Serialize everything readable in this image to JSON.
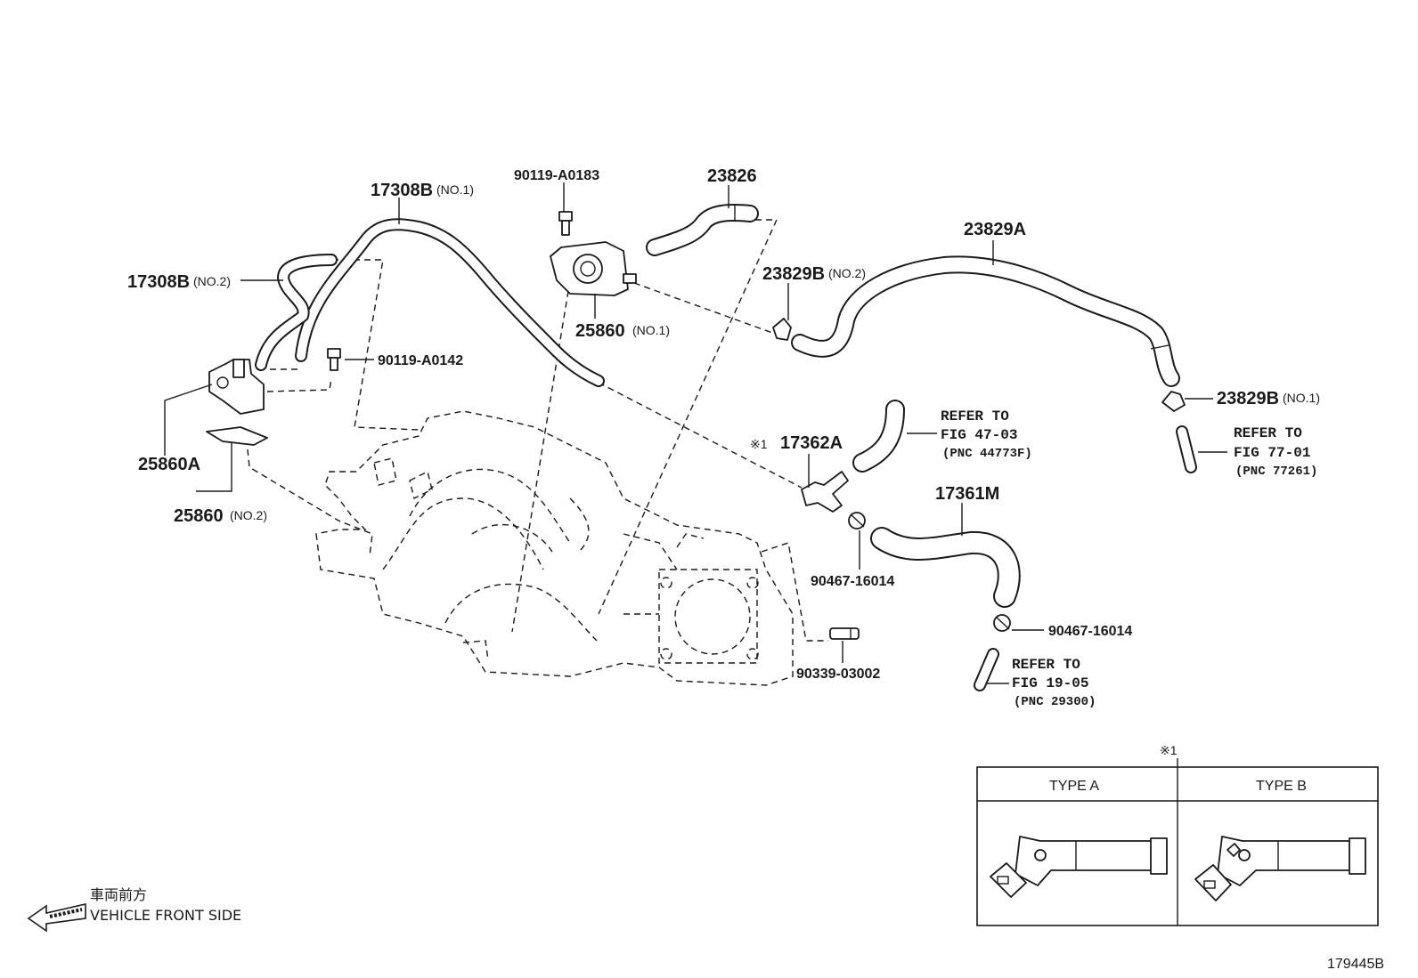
{
  "parts": {
    "p17308b_no1": {
      "code": "17308B",
      "note": "(NO.1)"
    },
    "p17308b_no2": {
      "code": "17308B",
      "note": "(NO.2)"
    },
    "p90119_a0183": {
      "code": "90119-A0183"
    },
    "p23826": {
      "code": "23826"
    },
    "p23829a": {
      "code": "23829A"
    },
    "p23829b_no2": {
      "code": "23829B",
      "note": "(NO.2)"
    },
    "p90119_a0142": {
      "code": "90119-A0142"
    },
    "p25860_no1": {
      "code": "25860",
      "note": "(NO.1)"
    },
    "p23829b_no1": {
      "code": "23829B",
      "note": "(NO.1)"
    },
    "p25860a": {
      "code": "25860A"
    },
    "p25860_no2": {
      "code": "25860",
      "note": "(NO.2)"
    },
    "p17362a": {
      "mark": "※1",
      "code": "17362A"
    },
    "p17361m": {
      "code": "17361M"
    },
    "p90467_a": {
      "code": "90467-16014"
    },
    "p90467_b": {
      "code": "90467-16014"
    },
    "p90339": {
      "code": "90339-03002"
    }
  },
  "refs": {
    "r47": {
      "line1": "REFER TO",
      "line2": "FIG 47-03",
      "pnc": "(PNC 44773F)"
    },
    "r77": {
      "line1": "REFER TO",
      "line2": "FIG 77-01",
      "pnc": "(PNC 77261)"
    },
    "r19": {
      "line1": "REFER TO",
      "line2": "FIG 19-05",
      "pnc": "(PNC 29300)"
    }
  },
  "inset": {
    "mark": "※1",
    "type_a": "TYPE A",
    "type_b": "TYPE B"
  },
  "legend": {
    "japanese": "車両前方",
    "english": "VEHICLE FRONT SIDE"
  },
  "figure_id": "179445B"
}
